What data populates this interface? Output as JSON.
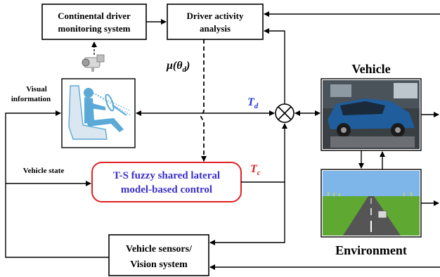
{
  "boxes": {
    "monitoring_line1": "Continental driver",
    "monitoring_line2": "monitoring system",
    "activity_line1": "Driver activity",
    "activity_line2": "analysis",
    "controller_line1": "T-S fuzzy shared lateral",
    "controller_line2": "model-based control",
    "sensors_line1": "Vehicle sensors/",
    "sensors_line2": "Vision system"
  },
  "labels": {
    "visual_line1": "Visual",
    "visual_line2": "information",
    "vehicle_state": "Vehicle state",
    "vehicle": "Vehicle",
    "environment": "Environment"
  },
  "symbols": {
    "mu_prefix": "μ(θ",
    "mu_sub": "d",
    "mu_suffix": ")",
    "td_main": "T",
    "td_sub": "d",
    "tc_main": "T",
    "tc_sub": "c"
  },
  "colors": {
    "controller_border": "#e02020",
    "controller_text": "#3a2fc8",
    "td": "#1a3bd0",
    "tc": "#e02020",
    "driver_figure": "#5aa9d6",
    "sky": "#7fb6ea",
    "grass": "#5fa832"
  },
  "icons": {
    "camera": "camera-icon",
    "driver": "driver-seat-icon",
    "summing": "summing-junction-icon",
    "vehicle": "vehicle-photo",
    "environment": "road-scene-image"
  }
}
